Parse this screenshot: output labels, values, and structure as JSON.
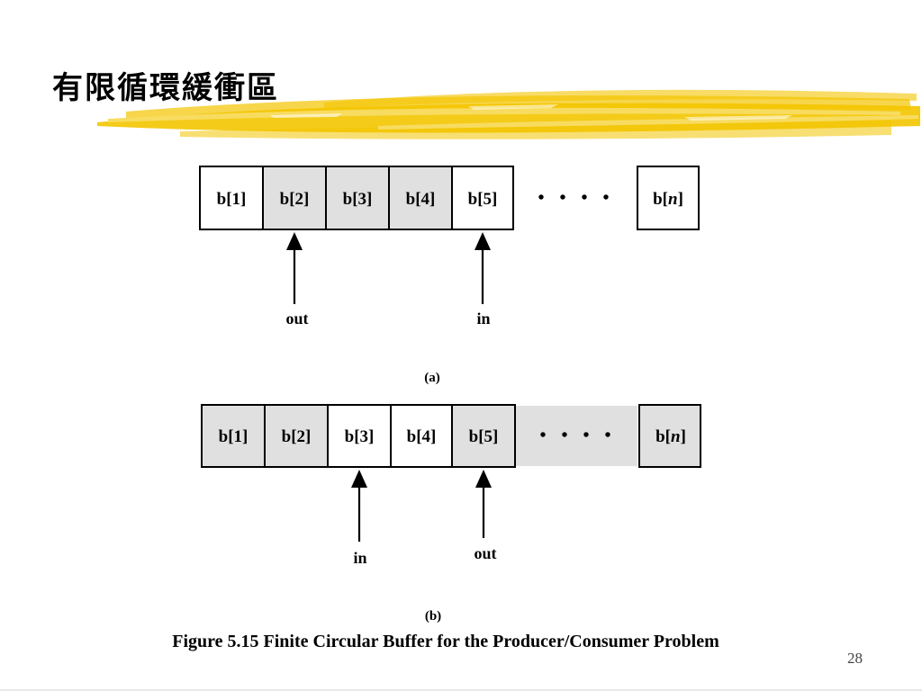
{
  "slide": {
    "title": "有限循環緩衝區",
    "caption": "Figure 5.15 Finite Circular Buffer for the Producer/Consumer Problem",
    "page_number": "28"
  },
  "colors": {
    "filled": "#e0e0e0",
    "empty": "#ffffff",
    "accent": "#f3c500"
  },
  "panel_a": {
    "label": "(a)",
    "cells": [
      {
        "text": "b[1]",
        "filled": false
      },
      {
        "text": "b[2]",
        "filled": true
      },
      {
        "text": "b[3]",
        "filled": true
      },
      {
        "text": "b[4]",
        "filled": true
      },
      {
        "text": "b[5]",
        "filled": false
      }
    ],
    "ellipsis": "• • • •",
    "last_cell": {
      "text": "b[n]",
      "filled": false
    },
    "pointers": [
      {
        "label": "out",
        "cell": 2
      },
      {
        "label": "in",
        "cell": 5
      }
    ]
  },
  "panel_b": {
    "label": "(b)",
    "cells": [
      {
        "text": "b[1]",
        "filled": true
      },
      {
        "text": "b[2]",
        "filled": true
      },
      {
        "text": "b[3]",
        "filled": false
      },
      {
        "text": "b[4]",
        "filled": false
      },
      {
        "text": "b[5]",
        "filled": true
      }
    ],
    "ellipsis": "• • • •",
    "gap_filled": true,
    "last_cell": {
      "text": "b[n]",
      "filled": true
    },
    "pointers": [
      {
        "label": "in",
        "cell": 3
      },
      {
        "label": "out",
        "cell": 5
      }
    ]
  }
}
